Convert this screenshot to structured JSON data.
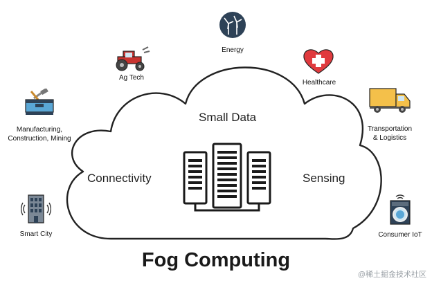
{
  "title": "Fog Computing",
  "cloud": {
    "top_label": "Small Data",
    "left_label": "Connectivity",
    "right_label": "Sensing"
  },
  "nodes": {
    "energy": "Energy",
    "ag_tech": "Ag Tech",
    "healthcare": "Healthcare",
    "manufacturing": "Manufacturing,\nConstruction, Mining",
    "transportation": "Transportation\n& Logistics",
    "smart_city": "Smart City",
    "consumer_iot": "Consumer IoT"
  },
  "watermark": "@稀土掘金技术社区",
  "icons": {
    "energy": "wind-turbine-icon",
    "ag_tech": "tractor-icon",
    "healthcare": "heart-medical-icon",
    "manufacturing": "toolbox-icon",
    "transportation": "truck-icon",
    "smart_city": "smart-building-icon",
    "consumer_iot": "washing-machine-icon",
    "center": "server-rack-icon"
  },
  "colors": {
    "accent_navy": "#2e4257",
    "heart_red": "#e03a3e",
    "truck_yellow": "#f4c04a",
    "tractor_red": "#c8332f"
  }
}
